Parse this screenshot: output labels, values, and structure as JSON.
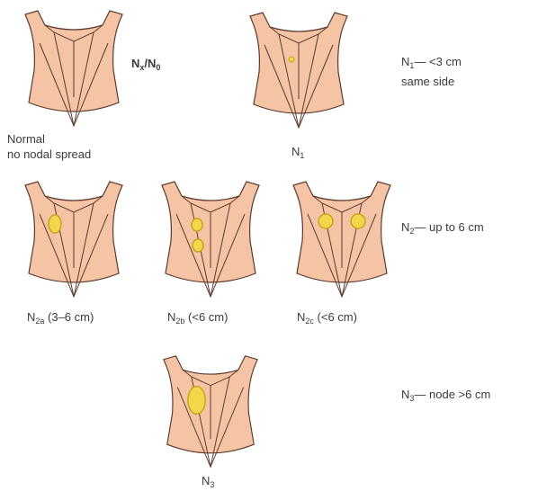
{
  "colors": {
    "skin": "#f4c4a4",
    "outline": "#5b3a2e",
    "node_fill": "#f2d74a",
    "node_stroke": "#c9a31a"
  },
  "diagrams": [
    {
      "id": "n0",
      "label": {
        "main": "N",
        "sub": "x",
        "rest": "/N",
        "sub2": "0"
      },
      "nodes": 0
    },
    {
      "id": "n1",
      "label": {
        "main": "N",
        "sub": "1",
        "rest": "",
        "sub2": ""
      },
      "nodes": 1
    },
    {
      "id": "n2a",
      "label": {
        "main": "N",
        "sub": "2a",
        "rest": " (3–6 cm)",
        "sub2": ""
      },
      "nodes": 1
    },
    {
      "id": "n2b",
      "label": {
        "main": "N",
        "sub": "2b",
        "rest": " (<6 cm)",
        "sub2": ""
      },
      "nodes": 2
    },
    {
      "id": "n2c",
      "label": {
        "main": "N",
        "sub": "2c",
        "rest": " (<6 cm)",
        "sub2": ""
      },
      "nodes": 2
    },
    {
      "id": "n3",
      "label": {
        "main": "N",
        "sub": "3",
        "rest": "",
        "sub2": ""
      },
      "nodes": 1
    }
  ],
  "notes": {
    "normal_line1": "Normal",
    "normal_line2": "no nodal spread",
    "n1": {
      "main": "N",
      "sub": "1",
      "line1": "— <3 cm",
      "line2": "same side"
    },
    "n2": {
      "main": "N",
      "sub": "2",
      "line1": "— up to 6 cm"
    },
    "n3": {
      "main": "N",
      "sub": "3",
      "line1": "— node >6 cm"
    }
  }
}
